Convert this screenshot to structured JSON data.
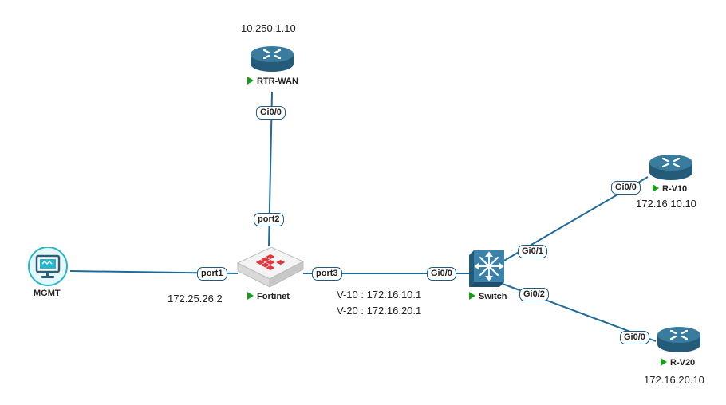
{
  "colors": {
    "link": "#1e6b9a",
    "router": "#2f6f8f",
    "running": "#1a9e1a",
    "firewall_accent": "#e0383e",
    "mgmt_accent": "#26b5c9",
    "switch": "#2d6e93"
  },
  "nodes": {
    "rtr_wan": {
      "label": "RTR-WAN",
      "ip": "10.250.1.10",
      "icon": "router-icon"
    },
    "fortinet": {
      "label": "Fortinet",
      "ip": "172.25.26.2",
      "icon": "firewall-icon"
    },
    "mgmt": {
      "label": "MGMT",
      "icon": "monitor-icon"
    },
    "switch": {
      "label": "Switch",
      "icon": "switch-icon",
      "vlans": [
        "V-10 : 172.16.10.1",
        "V-20 : 172.16.20.1"
      ]
    },
    "r_v10": {
      "label": "R-V10",
      "ip": "172.16.10.10",
      "icon": "router-icon"
    },
    "r_v20": {
      "label": "R-V20",
      "ip": "172.16.20.10",
      "icon": "router-icon"
    }
  },
  "ports": {
    "rtr_wan_gi00": "Gi0/0",
    "fortinet_port2": "port2",
    "fortinet_port1": "port1",
    "fortinet_port3": "port3",
    "switch_gi00": "Gi0/0",
    "switch_gi01": "Gi0/1",
    "switch_gi02": "Gi0/2",
    "r_v10_gi00": "Gi0/0",
    "r_v20_gi00": "Gi0/0"
  }
}
